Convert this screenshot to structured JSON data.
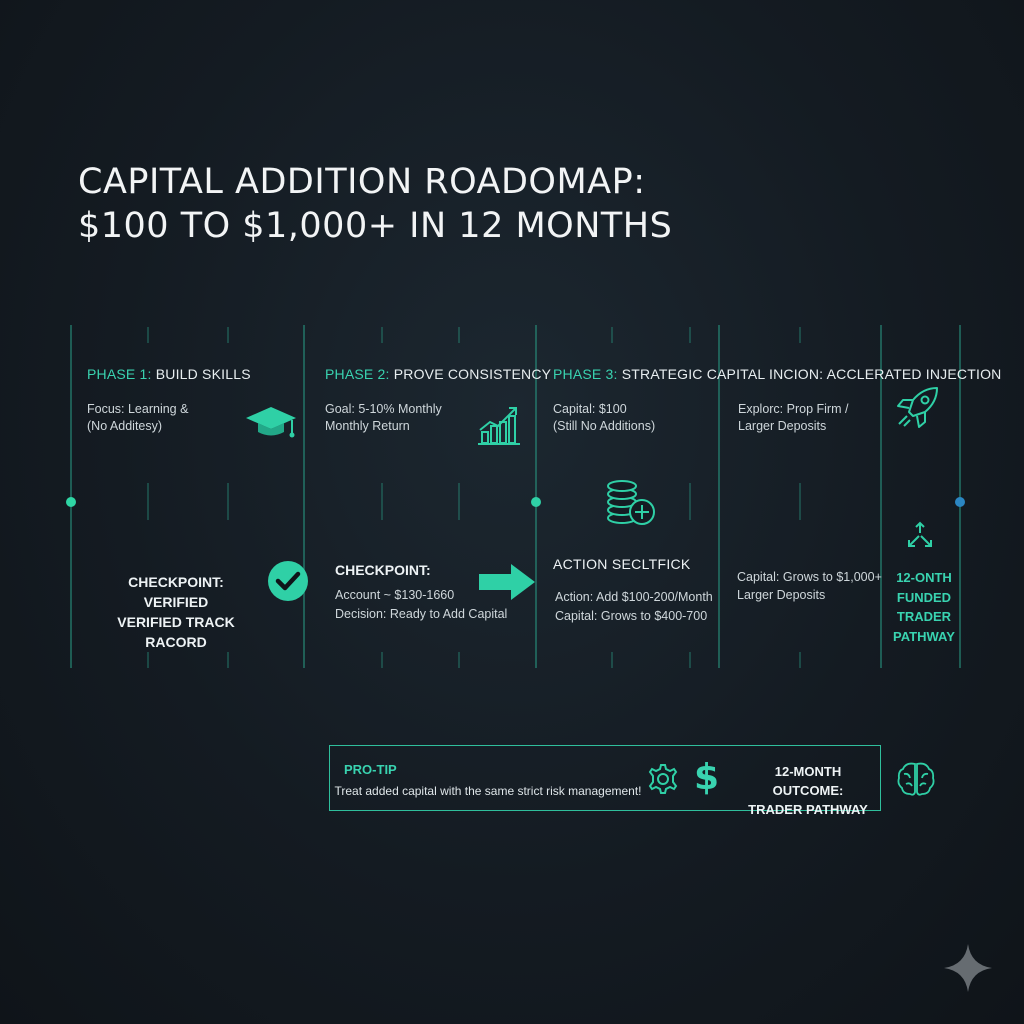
{
  "title": {
    "line1": "CAPITAL ADDITION ROADOMAP:",
    "line2": "$100 TO $1,000+ IN 12 MONTHS"
  },
  "phases": [
    {
      "label": "PHASE 1:",
      "name": "BUILD SKILLS",
      "lines": [
        "Focus: Learning &",
        "(No Additesy)"
      ],
      "icon": "graduation-cap-icon"
    },
    {
      "label": "PHASE 2:",
      "name": "PROVE CONSISTENCY",
      "lines": [
        "Goal: 5-10% Monthly",
        "Monthly Return"
      ],
      "icon": "bar-chart-growth-icon"
    },
    {
      "label": "PHASE 3:",
      "name": "STRATEGIC CAPITAL INCION: ACCLERATED INJECTION",
      "lines": [
        "Capital: $100",
        "(Still No Additions)"
      ],
      "icon": "coins-plus-icon"
    },
    {
      "label": "",
      "name": "",
      "lines": [
        "Explorc: Prop Firm /",
        "Larger Deposits"
      ],
      "icon": "rocket-icon"
    }
  ],
  "checkpoint1": {
    "lines": [
      "CHECKPOINT: VERIFIED",
      "VERIFIED TRACK RACORD"
    ],
    "icon": "check-circle-icon"
  },
  "checkpoint2": {
    "heading": "CHECKPOINT:",
    "lines": [
      "Account ~ $130-1660",
      "Decision: Ready to Add Capital"
    ],
    "icon": "arrow-right-icon"
  },
  "action": {
    "heading": "ACTION  SECLTFICK",
    "lines": [
      "Action: Add $100-200/Month",
      "Capital: Grows to $400-700"
    ]
  },
  "phase4_bottom": {
    "lines": [
      "Capital: Grows to $1,000+",
      "Larger Deposits"
    ]
  },
  "outcome_column": {
    "lines": [
      "12-ONTH",
      "FUNDED",
      "TRADER",
      "PATHWAY"
    ],
    "icon": "expand-arrows-icon"
  },
  "protip": {
    "label": "PRO-TIP",
    "text": "Treat added capital with the same strict risk management!",
    "icons": [
      "gear-icon",
      "dollar-icon",
      "brain-icon"
    ],
    "dollar_glyph": "$",
    "outcome_lines": [
      "12-MONTH OUTCOME:",
      "TRADER PATHWAY"
    ]
  },
  "colors": {
    "accent": "#39d3b0",
    "accent_dim": "#2aa58a",
    "timeline_end": "#2b7fb2",
    "background": "#151c23"
  }
}
